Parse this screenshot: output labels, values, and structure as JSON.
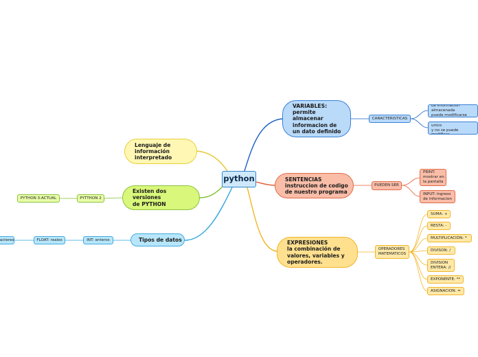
{
  "title": "python",
  "colors": {
    "root_fill": "#cfe9fb",
    "root_border": "#2f86c9",
    "blue_fill": "#b9daf9",
    "blue_border": "#3a7fd6",
    "blue_line": "#1a5fc4",
    "salmon_fill": "#f9bda8",
    "salmon_border": "#e06a46",
    "salmon_line": "#e5582f",
    "orange_fill": "#ffe08f",
    "orange_border": "#f0b429",
    "orange_line": "#f2b422",
    "yellow_fill": "#fff7b3",
    "yellow_border": "#e8cf3a",
    "yellow_line": "#e6c730",
    "green_fill": "#d9f77a",
    "green_border": "#89c23a",
    "green_line": "#7fbf2b",
    "cyan_fill": "#b7e6fb",
    "cyan_border": "#41a9dc",
    "cyan_line": "#2aa3dd"
  },
  "branches": {
    "variables": {
      "label": "VARIABLES:\npermite\nalmacenar\ninformacion de\nun dato definido",
      "connector": "CARACTERISTICAS",
      "items": [
        "La informacion almacenada\npuede modificarse",
        "El nombre debe ser unico\ny no se puede modificar"
      ]
    },
    "sentencias": {
      "label": "SENTENCIAS\ninstruccion de codigo\nde nuestro programa",
      "connector": "PUEDEN SER",
      "items": [
        "PRINT:\nmostrar en\nla pantalla",
        "INPUT: ingreso\nde informacion"
      ]
    },
    "expresiones": {
      "label": "EXPRESIONES\nla combinación de\nvalores, variables y\noperadores.",
      "connector": "OPERADORES\nMATEMATICOS",
      "items": [
        "SUMA: +",
        "RESTA: -",
        "MULTIPLICACIÓN: *",
        "DIVISON: /",
        "DIVISION\nENTERA: //",
        "EXPONENTE: **",
        "ASIGNACION: ="
      ]
    },
    "lenguaje": {
      "label": "Lenguaje de\ninformación\ninterpretado"
    },
    "versiones": {
      "label": "Existen dos\nversiones\nde PYTHON",
      "connector": "PYTTHON 2",
      "items": [
        "PYTHON 3:ACTUAL"
      ]
    },
    "tipos": {
      "label": "Tipos de datos",
      "connector": "INT: enteros",
      "items": [
        "FLOAT: reales",
        "caracteres"
      ]
    }
  }
}
